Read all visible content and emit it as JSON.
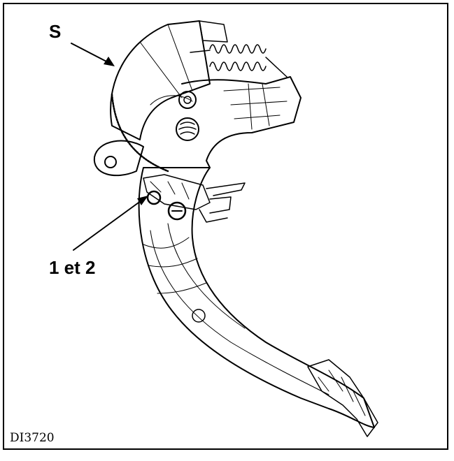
{
  "callouts": {
    "s_label": "S",
    "screws_label": "1 et 2"
  },
  "figure": {
    "reference_code": "DI3720"
  },
  "colors": {
    "line": "#000000",
    "background": "#ffffff"
  }
}
